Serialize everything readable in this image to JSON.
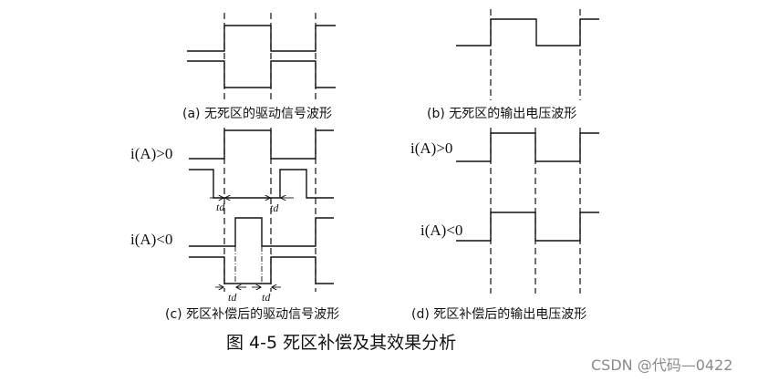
{
  "captions": {
    "a": "(a) 无死区的驱动信号波形",
    "b": "(b) 无死区的输出电压波形",
    "c": "(c) 死区补偿后的驱动信号波形",
    "d": "(d) 死区补偿后的输出电压波形"
  },
  "labels": {
    "c_pos": "i(A)>0",
    "c_neg": "i(A)<0",
    "d_pos": "i(A)>0",
    "d_neg": "i(A)<0",
    "td": "td"
  },
  "figure_title": "图 4-5 死区补偿及其效果分析",
  "watermark": "CSDN @代码—0422",
  "colors": {
    "ink": "#111111",
    "watermark": "#8a8a8a",
    "background": "#ffffff"
  }
}
